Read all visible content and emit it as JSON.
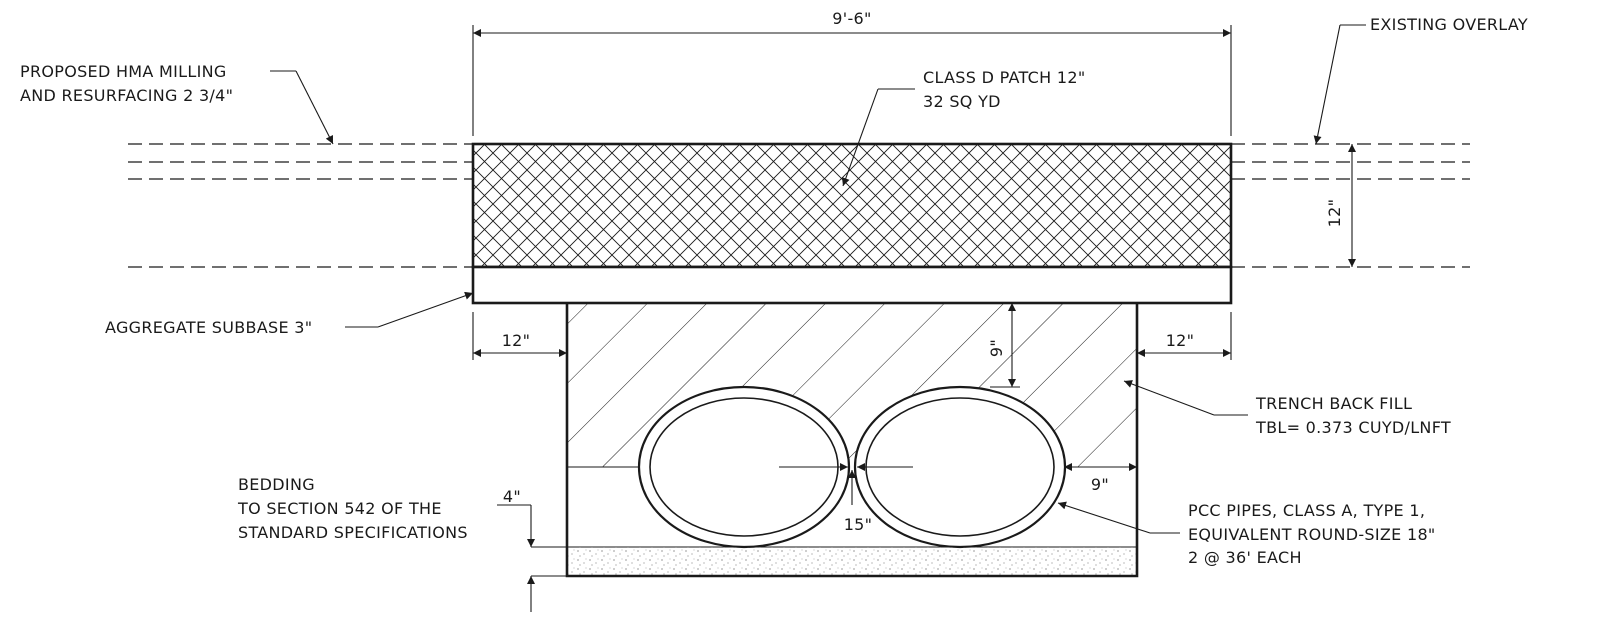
{
  "dimensions": {
    "width_top": "9'-6\"",
    "depth_right": "12\"",
    "offset_left": "12\"",
    "offset_right": "12\"",
    "cover_depth": "9\"",
    "pipe_side_clearance": "9\"",
    "pipe_gap": "15\"",
    "bedding_depth": "4\""
  },
  "labels": {
    "milling_line1": "PROPOSED HMA MILLING",
    "milling_line2": "AND RESURFACING 2 3/4\"",
    "patch_line1": "CLASS D PATCH 12\"",
    "patch_line2": "32 SQ YD",
    "existing_overlay": "EXISTING OVERLAY",
    "subbase": "AGGREGATE SUBBASE 3\"",
    "backfill_line1": "TRENCH BACK FILL",
    "backfill_line2": "TBL= 0.373 CUYD/LNFT",
    "bedding_line1": "BEDDING",
    "bedding_line2": "TO SECTION 542 OF THE",
    "bedding_line3": "STANDARD SPECIFICATIONS",
    "pipes_line1": "PCC PIPES, CLASS A, TYPE 1,",
    "pipes_line2": "EQUIVALENT ROUND-SIZE 18\"",
    "pipes_line3": "2 @ 36' EACH"
  }
}
